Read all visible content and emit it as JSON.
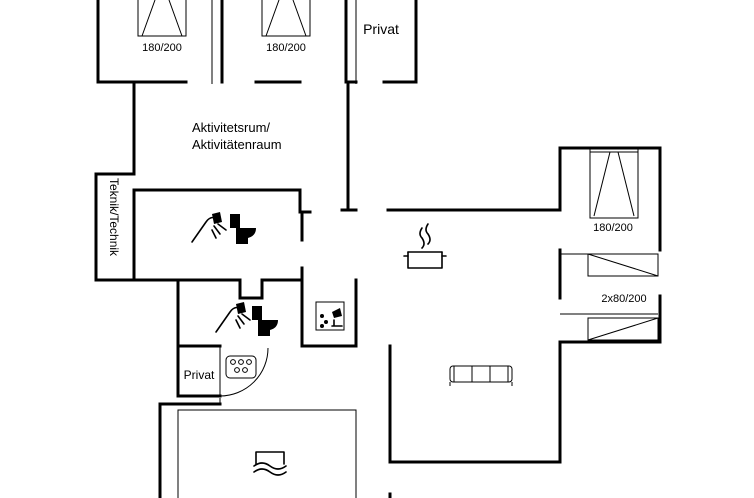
{
  "rooms": {
    "bedroom_1_bed": "180/200",
    "bedroom_2_bed": "180/200",
    "privat_top": "Privat",
    "activity_line1": "Aktivitetsrum/",
    "activity_line2": "Aktivitätenraum",
    "technik": "Teknik/Technik",
    "bedroom_3_bed": "180/200",
    "bunk_beds": "2x80/200",
    "privat_bottom": "Privat"
  },
  "icons": {
    "shower": "shower-icon",
    "toilet": "toilet-icon",
    "kitchen": "cooking-pot-icon",
    "sauna": "sauna-icon",
    "whirlpool": "whirlpool-icon",
    "sofa": "sofa-icon",
    "pool": "pool-icon",
    "bed": "bed-icon"
  }
}
